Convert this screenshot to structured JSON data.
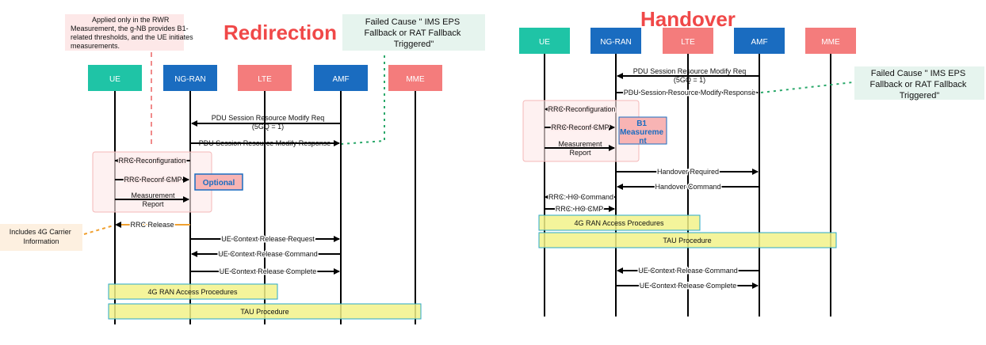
{
  "redirection": {
    "title": "Redirection",
    "note_rwr": [
      "Applied only in the RWR",
      "Measurement, the g-NB provides B1-",
      "related thresholds, and the UE initiates",
      "measurements."
    ],
    "note_failed_cause": [
      "Failed Cause \" IMS EPS",
      "Fallback or RAT Fallback",
      "Triggered\""
    ],
    "note_carrier": [
      "Includes 4G Carrier",
      "Information"
    ],
    "entities": [
      "UE",
      "NG-RAN",
      "LTE",
      "AMF",
      "MME"
    ],
    "messages": {
      "pdu_modify_req": "PDU Session Resource Modify Req",
      "pdu_modify_req_sub": "(5GQ = 1)",
      "pdu_modify_resp": "PDU Session Resource Modify Response",
      "rrc_reconfig": "RRC Reconfiguration",
      "rrc_reconf_cmp": "RRC Reconf CMP",
      "meas_report": [
        "Measurement",
        "Report"
      ],
      "rrc_release": "RRC Release",
      "ue_ctx_rel_req": "UE Context Release Request",
      "ue_ctx_rel_cmd": "UE Context Release Command",
      "ue_ctx_rel_cmp": "UE Context Release Complete"
    },
    "optional_label": "Optional",
    "procedure_4g_ran": "4G RAN Access Procedures",
    "procedure_tau": "TAU Procedure"
  },
  "handover": {
    "title": "Handover",
    "entities": [
      "UE",
      "NG-RAN",
      "LTE",
      "AMF",
      "MME"
    ],
    "note_failed_cause": [
      "Failed Cause \" IMS EPS",
      "Fallback or RAT Fallback",
      "Triggered\""
    ],
    "messages": {
      "pdu_modify_req": "PDU Session Resource Modify Req",
      "pdu_modify_req_sub": "(5GQ = 1)",
      "pdu_modify_resp": "PDU Session Resource Modify Response",
      "rrc_reconfig": "RRC Reconfiguration",
      "rrc_reconf_cmp": "RRC Reconf CMP",
      "meas_report": [
        "Measurement",
        "Report"
      ],
      "ho_required": "Handover Required",
      "ho_command": "Handover Command",
      "rrc_ho_command": "RRC: HO Command",
      "rrc_ho_cmp": "RRC: HO CMP",
      "ue_ctx_rel_cmd": "UE Context Release Command",
      "ue_ctx_rel_cmp": "UE Context Release Complete"
    },
    "b1_label": [
      "B1",
      "Measureme",
      "nt"
    ],
    "procedure_4g_ran": "4G RAN Access Procedures",
    "procedure_tau": "TAU Procedure"
  },
  "colors": {
    "ue": "#1fc4a6",
    "ng_ran": "#1a6cc0",
    "lte": "#f47c7c",
    "amf": "#1a6cc0",
    "mme": "#f47c7c",
    "title_red": "#f04848",
    "note_green": "#e6f4ee",
    "note_orange": "#fdf0e0",
    "procedure_yellow": "#f2f28a",
    "dashed_green": "#2aa86a",
    "dashed_orange": "#f0a030",
    "dashed_pink": "#f08a8a"
  }
}
